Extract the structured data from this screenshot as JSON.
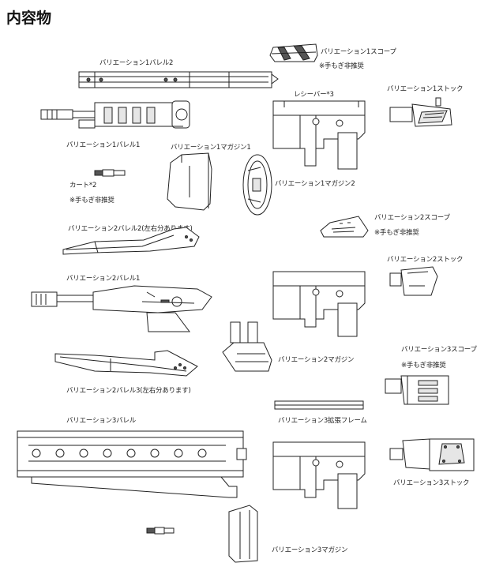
{
  "header": {
    "title": "内容物"
  },
  "parts": [
    {
      "id": "scope1",
      "label": "バリエーション1スコープ",
      "note": "※手もぎ非推奨"
    },
    {
      "id": "barrel1-2",
      "label": "バリエーション1バレル2"
    },
    {
      "id": "receiver",
      "label": "レシーバー*3"
    },
    {
      "id": "stock1",
      "label": "バリエーション1ストック"
    },
    {
      "id": "barrel1-1",
      "label": "バリエーション1バレル1"
    },
    {
      "id": "mag1-1",
      "label": "バリエーション1マガジン1"
    },
    {
      "id": "cart",
      "label": "カート*2",
      "note": "※手もぎ非推奨"
    },
    {
      "id": "mag1-2",
      "label": "バリエーション1マガジン2"
    },
    {
      "id": "scope2",
      "label": "バリエーション2スコープ",
      "note": "※手もぎ非推奨"
    },
    {
      "id": "barrel2-2",
      "label": "バリエーション2バレル2(左右分あります)"
    },
    {
      "id": "stock2",
      "label": "バリエーション2ストック"
    },
    {
      "id": "barrel2-1",
      "label": "バリエーション2バレル1"
    },
    {
      "id": "scope3",
      "label": "バリエーション3スコープ",
      "note": "※手もぎ非推奨"
    },
    {
      "id": "mag2",
      "label": "バリエーション2マガジン"
    },
    {
      "id": "barrel2-3",
      "label": "バリエーション2バレル3(左右分あります)"
    },
    {
      "id": "barrel3",
      "label": "バリエーション3バレル"
    },
    {
      "id": "frame3",
      "label": "バリエーション3拡張フレーム"
    },
    {
      "id": "stock3",
      "label": "バリエーション3ストック"
    },
    {
      "id": "mag3",
      "label": "バリエーション3マガジン"
    }
  ]
}
